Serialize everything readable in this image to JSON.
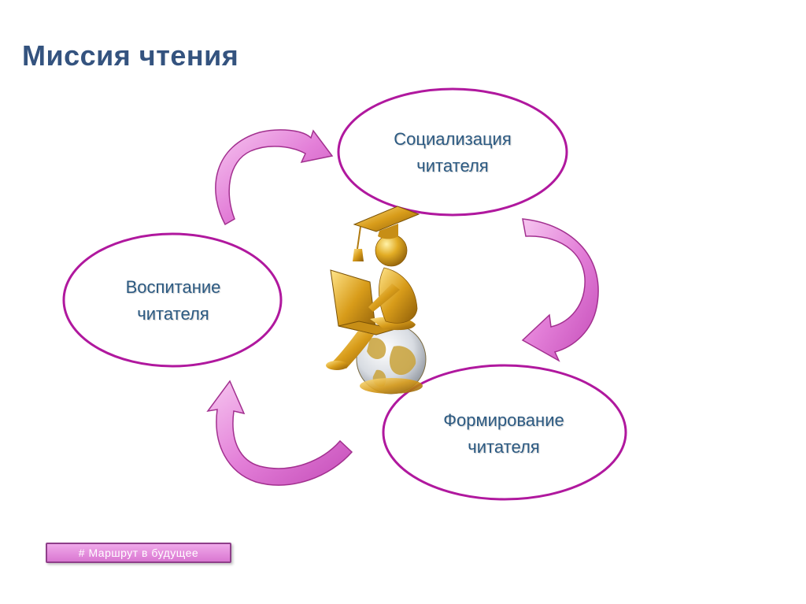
{
  "slide": {
    "title": "Миссия чтения",
    "tag": "# Маршрут в будущее"
  },
  "nodes": {
    "socialization": {
      "line1": "Социализация",
      "line2": "читателя"
    },
    "upbringing": {
      "line1": "Воспитание",
      "line2": "читателя"
    },
    "formation": {
      "line1": "Формирование",
      "line2": "читателя"
    }
  },
  "colors": {
    "title": "#34537f",
    "node_text": "#2c5a82",
    "ellipse_stroke": "#b0189e",
    "arrow_fill": "#e480d8",
    "arrow_stroke": "#a2308f",
    "figure_gold": "#d9a21a"
  },
  "icons": {
    "center_figure": "golden-student-with-laptop-on-globe"
  }
}
